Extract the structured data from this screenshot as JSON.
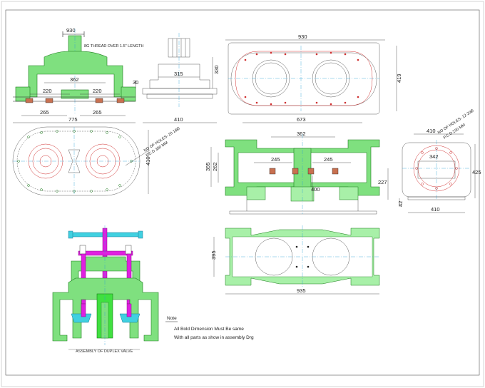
{
  "dimensions": {
    "top_width": "930",
    "thread_note": "8G THREAD OVER 1.5\" LENGTH",
    "d362_a": "362",
    "d220_left": "220",
    "d220_right": "220",
    "d265_left": "265",
    "d265_right": "265",
    "d775": "775",
    "d315": "315",
    "d330": "330",
    "d30": "30",
    "d410_side": "410",
    "d930_plan": "930",
    "d419": "419",
    "d673": "673",
    "d362_b": "362",
    "d245_left": "245",
    "d245_right": "245",
    "d395_a": "395",
    "d262": "262",
    "d400": "400",
    "d227": "227",
    "d410_end_top": "410",
    "d342": "342",
    "d425": "425",
    "d42": "42",
    "d410_end_bottom": "410",
    "d395_b": "395",
    "d935": "935",
    "d410_bottom_plan": "410"
  },
  "holes_note_left": {
    "line1": "NO OF HOLES- 20 18Ø",
    "line2": "P.C.D 380 MM"
  },
  "holes_note_right": {
    "line1": "NO OF HOLES- 12 20Ø",
    "line2": "P.C.D 230 MM"
  },
  "note": {
    "heading": "Note",
    "line1": "All Bold Dimension Must Be same",
    "line2": "With all parts as show in assembly Drg"
  },
  "assembly_caption": "ASSEMBLY OF DUPLEX VALVE",
  "colors": {
    "body_green": "#7fe07f",
    "stem_magenta": "#e020e0",
    "handle_cyan": "#40d0e0",
    "centerline_blue": "#2a9fd6",
    "bolt_red": "#d03030"
  }
}
